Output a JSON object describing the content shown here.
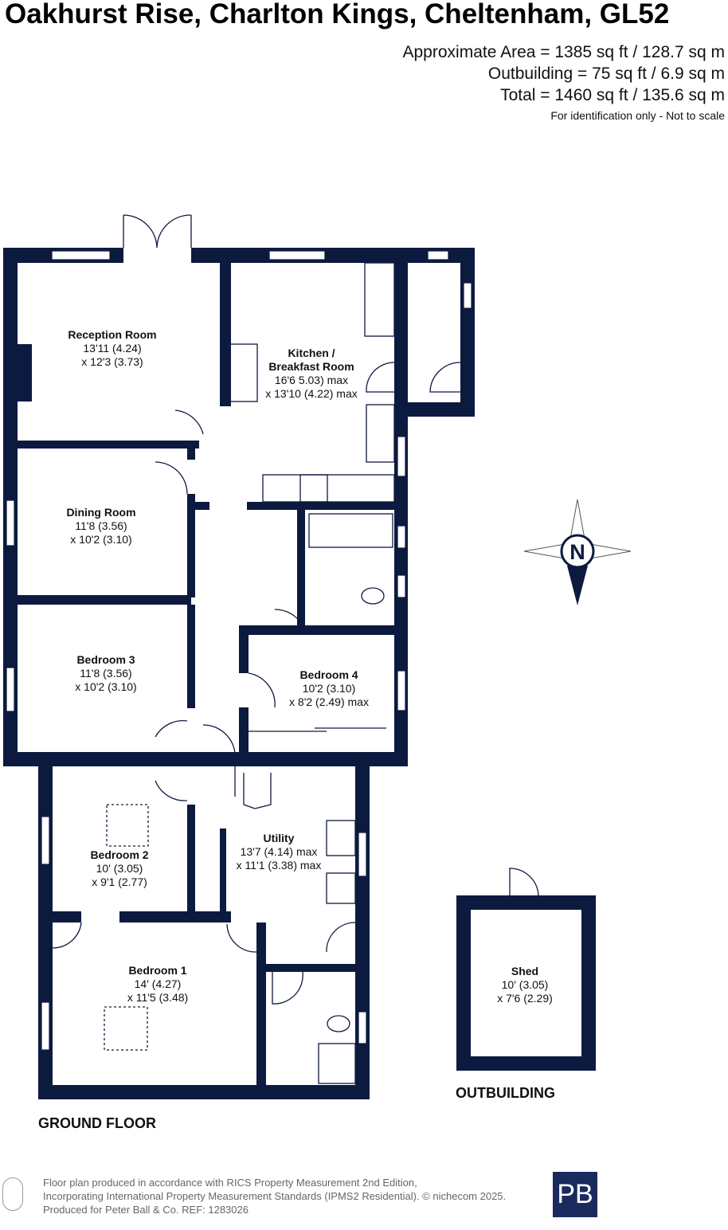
{
  "header": {
    "title": "Oakhurst Rise, Charlton Kings, Cheltenham, GL52",
    "approx_area": "Approximate Area = 1385 sq ft / 128.7 sq m",
    "outbuilding_area": "Outbuilding = 75 sq ft / 6.9 sq m",
    "total_area": "Total = 1460 sq ft / 135.6 sq m",
    "disclaimer": "For identification only - Not to scale"
  },
  "rooms": {
    "reception": {
      "name": "Reception Room",
      "dim1": "13'11 (4.24)",
      "dim2": "x 12'3 (3.73)"
    },
    "kitchen": {
      "name1": "Kitchen /",
      "name2": "Breakfast Room",
      "dim1": "16'6 5.03) max",
      "dim2": "x 13'10 (4.22) max"
    },
    "dining": {
      "name": "Dining Room",
      "dim1": "11'8 (3.56)",
      "dim2": "x 10'2 (3.10)"
    },
    "bedroom3": {
      "name": "Bedroom 3",
      "dim1": "11'8 (3.56)",
      "dim2": "x 10'2 (3.10)"
    },
    "bedroom4": {
      "name": "Bedroom 4",
      "dim1": "10'2 (3.10)",
      "dim2": "x 8'2 (2.49) max"
    },
    "bedroom2": {
      "name": "Bedroom 2",
      "dim1": "10' (3.05)",
      "dim2": "x 9'1 (2.77)"
    },
    "utility": {
      "name": "Utility",
      "dim1": "13'7 (4.14) max",
      "dim2": "x 11'1 (3.38) max"
    },
    "bedroom1": {
      "name": "Bedroom 1",
      "dim1": "14' (4.27)",
      "dim2": "x 11'5 (3.48)"
    },
    "shed": {
      "name": "Shed",
      "dim1": "10' (3.05)",
      "dim2": "x 7'6 (2.29)"
    }
  },
  "labels": {
    "ground_floor": "GROUND FLOOR",
    "outbuilding": "OUTBUILDING",
    "compass": "N"
  },
  "footer": {
    "line1": "Floor plan produced in accordance with RICS Property Measurement 2nd Edition,",
    "line2": "Incorporating International Property Measurement Standards (IPMS2 Residential).   © nichecom 2025.",
    "line3": "Produced for Peter Ball & Co.   REF: 1283026",
    "logo": "PB"
  },
  "colors": {
    "wall": "#0d1a3f",
    "logo_bg": "#1b2a5c"
  }
}
